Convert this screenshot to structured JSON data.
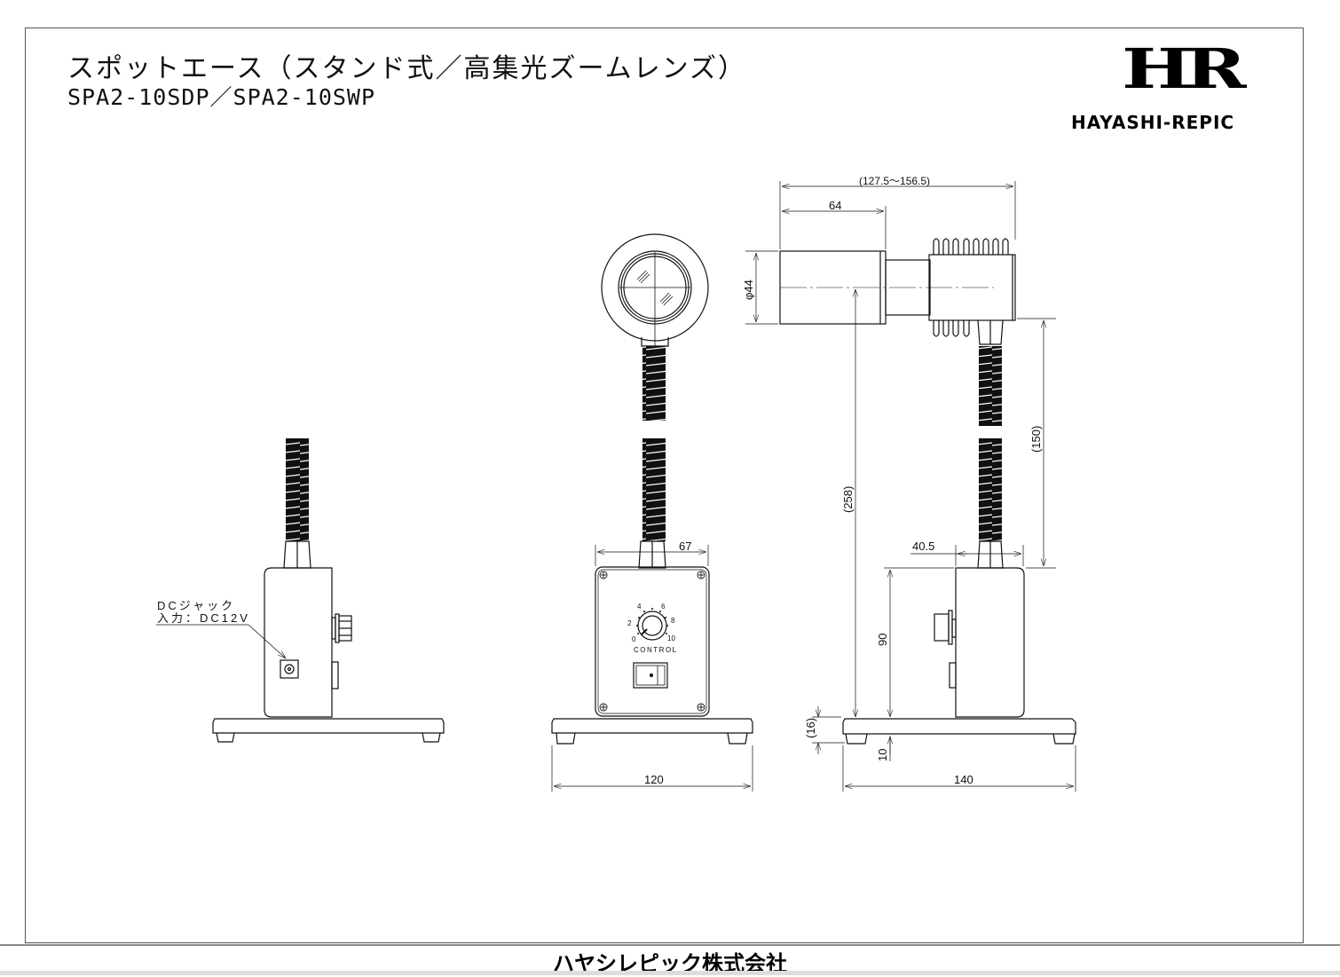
{
  "header": {
    "title_jp": "スポットエース（スタンド式／高集光ズームレンズ）",
    "model": "SPA2-10SDP／SPA2-10SWP"
  },
  "logo": {
    "mark": "HR",
    "text": "HAYASHI-REPIC"
  },
  "footer": {
    "company": "ハヤシレピック株式会社"
  },
  "views": {
    "left_side": {
      "label_line1": "DCジャック",
      "label_line2": "入力：DC12V"
    },
    "front": {
      "dim_width_top": "67",
      "dim_base_width": "120",
      "dial_labels": [
        "0",
        "2",
        "4",
        "6",
        "8",
        "10"
      ],
      "control_label": "CONTROL"
    },
    "right_side": {
      "dim_overall_length": "(127.5〜156.5)",
      "dim_lens_length": "64",
      "dim_diameter": "φ44",
      "dim_total_height": "(258)",
      "dim_arm_height": "(150)",
      "dim_box_offset": "40.5",
      "dim_box_height": "90",
      "dim_base_height": "(16)",
      "dim_foot_height": "10",
      "dim_base_width": "140"
    }
  },
  "colors": {
    "line": "#111111",
    "frame": "#555555"
  }
}
